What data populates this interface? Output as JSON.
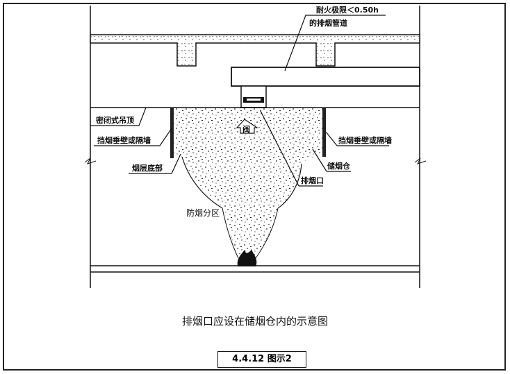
{
  "labels": {
    "duct_line1": "耐火极限＜0.50h",
    "duct_line2": "的排烟管道",
    "ceiling": "密闭式吊顶",
    "barrier_left": "挡烟垂壁或隔墙",
    "barrier_right": "挡烟垂壁或隔墙",
    "smoke_layer_bottom": "烟层底部",
    "smoke_reservoir": "储烟仓",
    "smoke_compartment": "防烟分区",
    "smoke_outlet": "排烟口",
    "valve": "阀"
  },
  "caption": "排烟口应设在储烟仓内的示意图",
  "figure_number": "4.4.12 图示2"
}
